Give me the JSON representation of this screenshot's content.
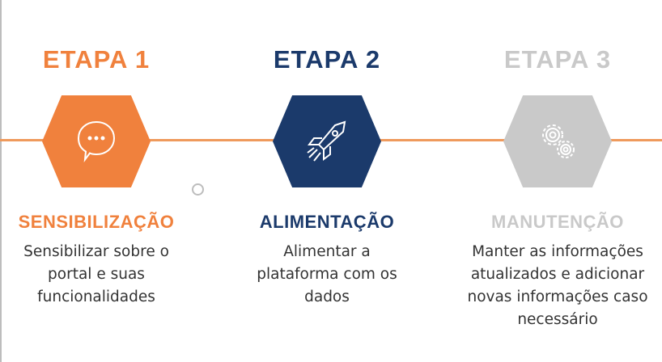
{
  "colors": {
    "orange": "#f0813d",
    "navy": "#1b3a6b",
    "gray": "#c9c9c9",
    "line": "#ef9a5c"
  },
  "steps": [
    {
      "heading": "ETAPA 1",
      "icon": "speech-bubble-icon",
      "title": "SENSIBILIZAÇÃO",
      "desc": [
        "Sensibilizar sobre o",
        "portal e suas",
        "funcionalidades"
      ]
    },
    {
      "heading": "ETAPA 2",
      "icon": "rocket-icon",
      "title": "ALIMENTAÇÃO",
      "desc": [
        "Alimentar a",
        "plataforma com os",
        "dados"
      ]
    },
    {
      "heading": "ETAPA 3",
      "icon": "gears-icon",
      "title": "MANUTENÇÃO",
      "desc": [
        "Manter as informações",
        "atualizados e adicionar",
        "novas informações caso",
        "necessário"
      ]
    }
  ]
}
